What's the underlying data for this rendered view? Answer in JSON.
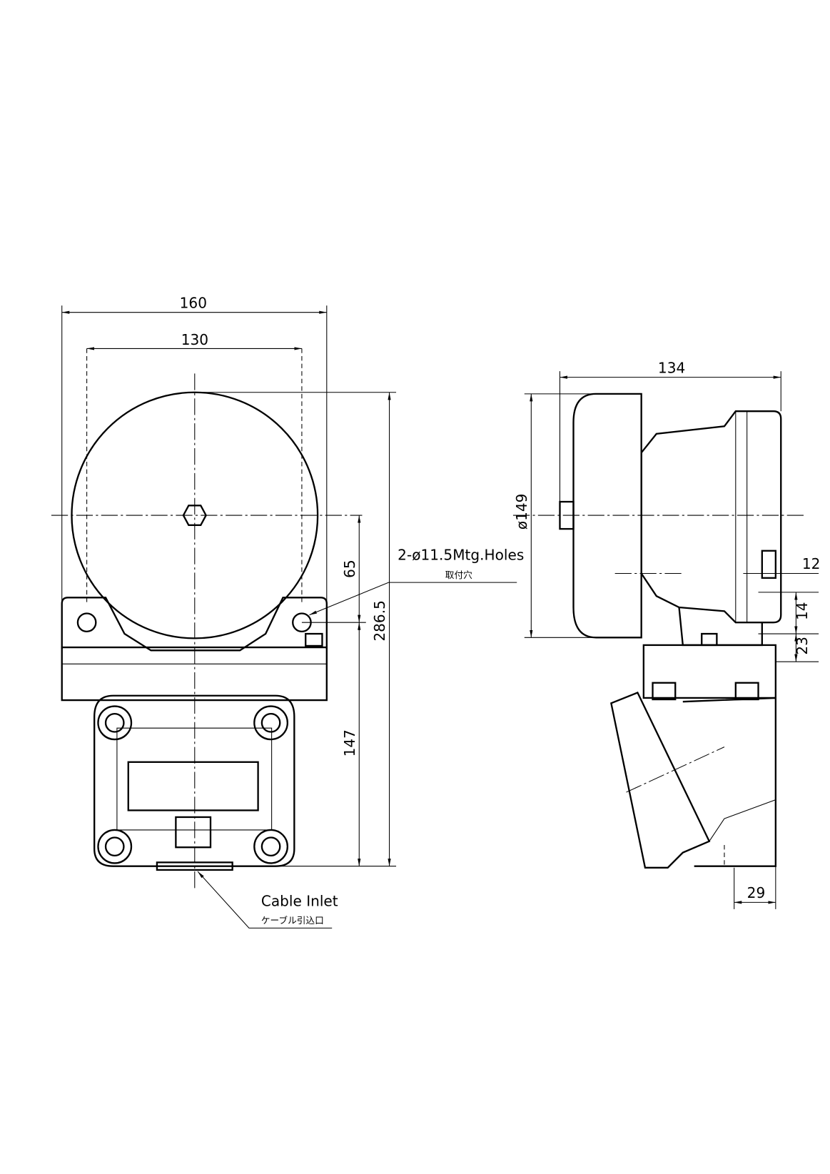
{
  "dimensions": {
    "overall_width": "160",
    "hole_pitch": "130",
    "depth": "134",
    "bell_diameter": "ø149",
    "center_to_holes": "65",
    "overall_height": "286.5",
    "base_height": "147",
    "d12": "12",
    "d14": "14",
    "d23": "23",
    "d29": "29"
  },
  "notes": {
    "mounting_holes": "2-ø11.5Mtg.Holes",
    "mounting_holes_jp": "取付穴",
    "cable_inlet": "Cable Inlet",
    "cable_inlet_jp": "ケーブル引込口"
  }
}
